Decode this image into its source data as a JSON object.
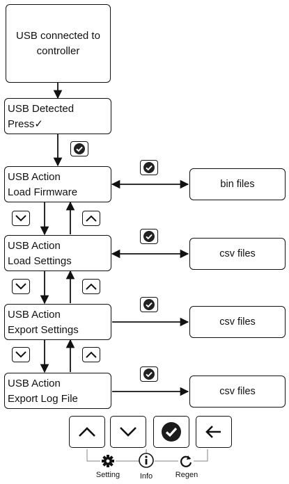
{
  "start_box": {
    "label": "USB connected to controller"
  },
  "states": [
    {
      "line1": "USB Detected",
      "line2": "Press✓"
    },
    {
      "line1": "USB Action",
      "line2": "Load Firmware"
    },
    {
      "line1": "USB Action",
      "line2": "Load Settings"
    },
    {
      "line1": "USB Action",
      "line2": "Export Settings"
    },
    {
      "line1": "USB Action",
      "line2": "Export Log File"
    }
  ],
  "file_boxes": [
    {
      "label": "bin files"
    },
    {
      "label": "csv files"
    },
    {
      "label": "csv files"
    },
    {
      "label": "csv files"
    }
  ],
  "keypad": {
    "buttons": [
      {
        "icon": "chevron-up-icon"
      },
      {
        "icon": "chevron-down-icon"
      },
      {
        "icon": "check-circle-icon"
      },
      {
        "icon": "arrow-left-icon"
      }
    ],
    "hints": [
      {
        "icon": "gear-icon",
        "label": "Setting"
      },
      {
        "icon": "info-icon",
        "label": "Info"
      },
      {
        "icon": "refresh-icon",
        "label": "Regen"
      }
    ]
  }
}
